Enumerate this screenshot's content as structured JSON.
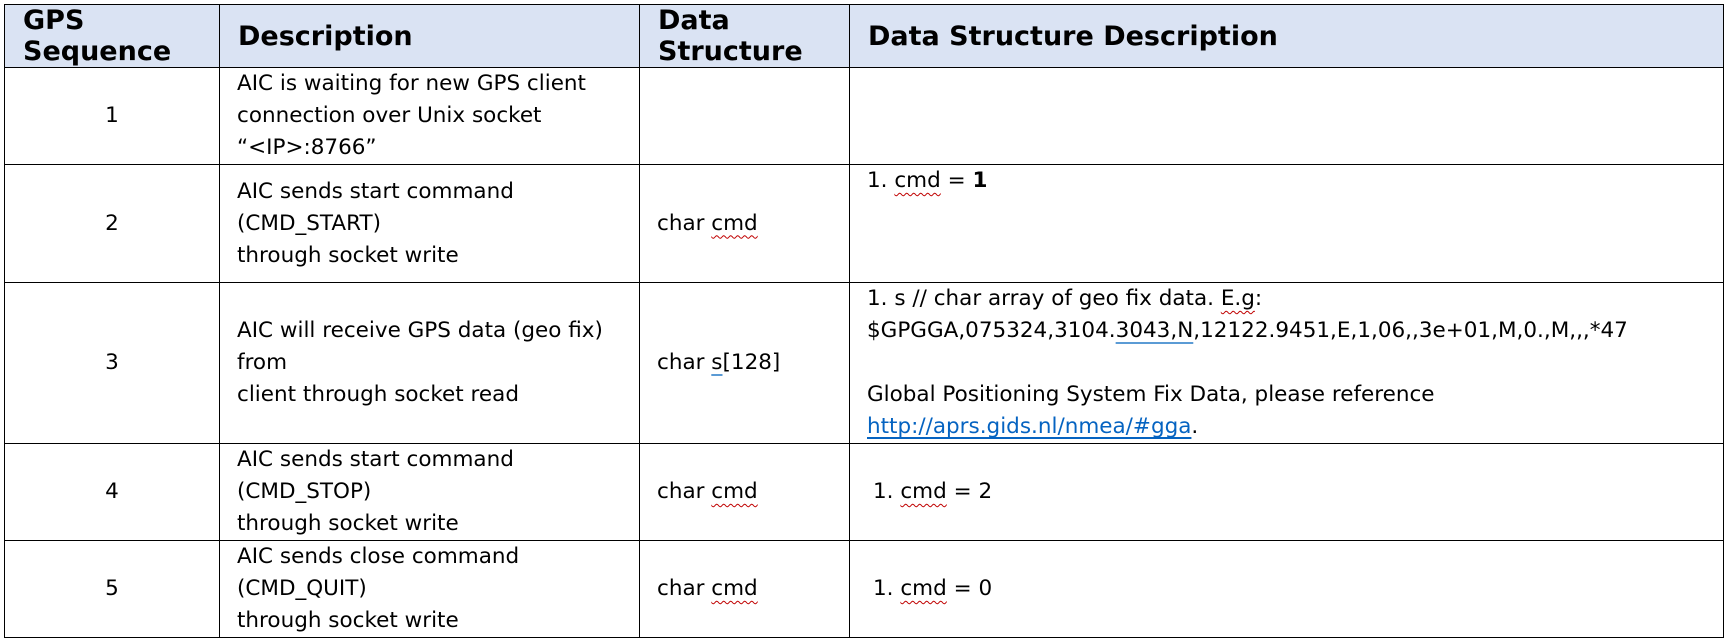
{
  "table": {
    "headers": [
      "GPS Sequence",
      "Description",
      "Data Structure",
      "Data Structure Description"
    ],
    "rows": [
      {
        "seq": "1",
        "description": [
          "AIC is waiting for new GPS client",
          "connection over Unix socket",
          "“<IP>:8766”"
        ],
        "data_structure": {
          "prefix": "",
          "word": ""
        },
        "dsd": {}
      },
      {
        "seq": "2",
        "description": [
          "AIC sends start command (CMD_START)",
          "through socket write"
        ],
        "data_structure": {
          "prefix": "char ",
          "word": "cmd",
          "suffix": ""
        },
        "dsd": {
          "num": "1. ",
          "word": "cmd",
          "eq": " = ",
          "value": "1"
        }
      },
      {
        "seq": "3",
        "description": [
          "AIC will receive GPS data (geo fix) from",
          "client through socket read"
        ],
        "data_structure": {
          "prefix": "char ",
          "word": "s",
          "suffix": "[128]"
        },
        "dsd": {
          "line1_pre": "1. s // char array of geo fix data. ",
          "line1_eg": "E.g",
          "line1_post": ":",
          "line2_pre": "$GPGGA,075324,3104.",
          "line2_mark": "3043,N",
          "line2_post": ",12122.9451,E,1,06,,3e+01,M,0.,M,,,*47",
          "line3": "Global Positioning System Fix Data, please reference",
          "link": "http://aprs.gids.nl/nmea/#gga",
          "link_post": "."
        }
      },
      {
        "seq": "4",
        "description": [
          "AIC sends start command (CMD_STOP)",
          "through socket write"
        ],
        "data_structure": {
          "prefix": "char ",
          "word": "cmd",
          "suffix": ""
        },
        "dsd": {
          "num": "1. ",
          "word": "cmd",
          "eq": " = ",
          "value": "2"
        }
      },
      {
        "seq": "5",
        "description": [
          "AIC sends close command (CMD_QUIT)",
          "through socket write"
        ],
        "data_structure": {
          "prefix": "char ",
          "word": "cmd",
          "suffix": ""
        },
        "dsd": {
          "num": "1. ",
          "word": "cmd",
          "eq": " = ",
          "value": "0"
        }
      }
    ]
  }
}
